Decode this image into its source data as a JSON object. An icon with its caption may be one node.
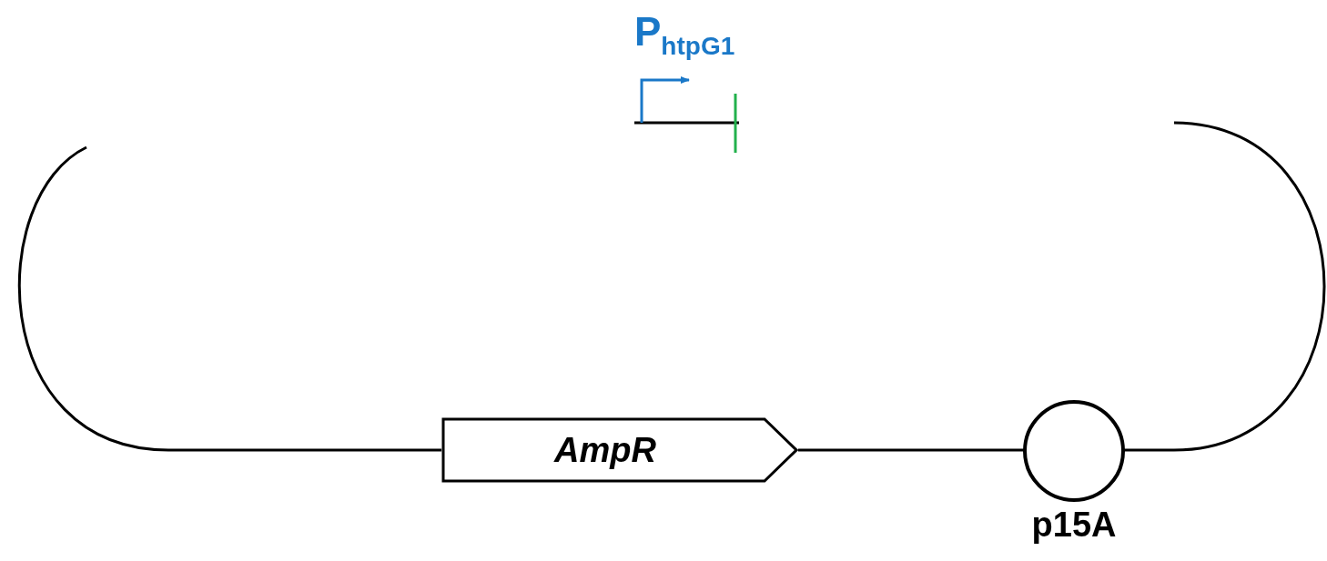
{
  "diagram": {
    "nodes": [
      {
        "text": [
          "AmpR"
        ]
      },
      {
        "text": [
          "p15A"
        ]
      }
    ],
    "edges": [
      {
        "from": 0,
        "to": 1,
        "arrow": "none"
      }
    ],
    "labels": [
      "P$_{htpG1}$"
    ]
  }
}
